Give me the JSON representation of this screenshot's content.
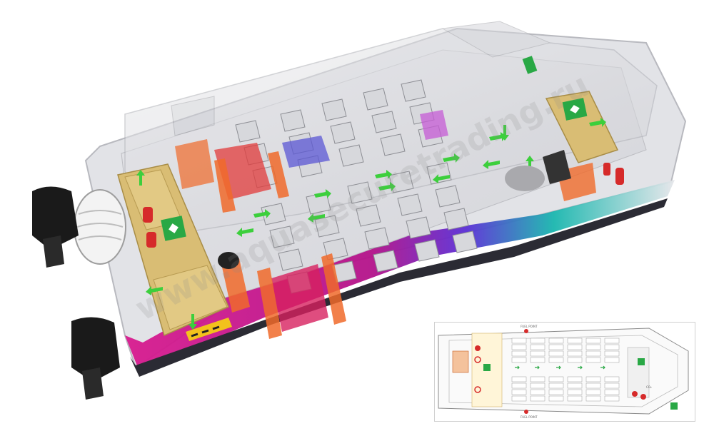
{
  "watermark": {
    "text": "www.aquasecuretrading.ru"
  },
  "inset_plan": {
    "fuel_point_top": "FUEL POINT",
    "fuel_point_bottom": "FUEL POINT",
    "co2_mark": "CO₂"
  },
  "colors": {
    "safety_green": "#29a845",
    "exit_arrow_green": "#3ccf3c",
    "extinguisher_red": "#d62a2a",
    "lifejacket_orange": "#f06a2a",
    "deck_tan": "#d9bd74",
    "hull_magenta": "#c1178f",
    "hull_purple": "#6a2bd0",
    "hull_teal": "#1fb7b0"
  },
  "icons": [
    "exit-sign-icon",
    "fire-extinguisher-icon",
    "exit-arrow-icon",
    "life-raft-icon",
    "outboard-motor-icon"
  ]
}
